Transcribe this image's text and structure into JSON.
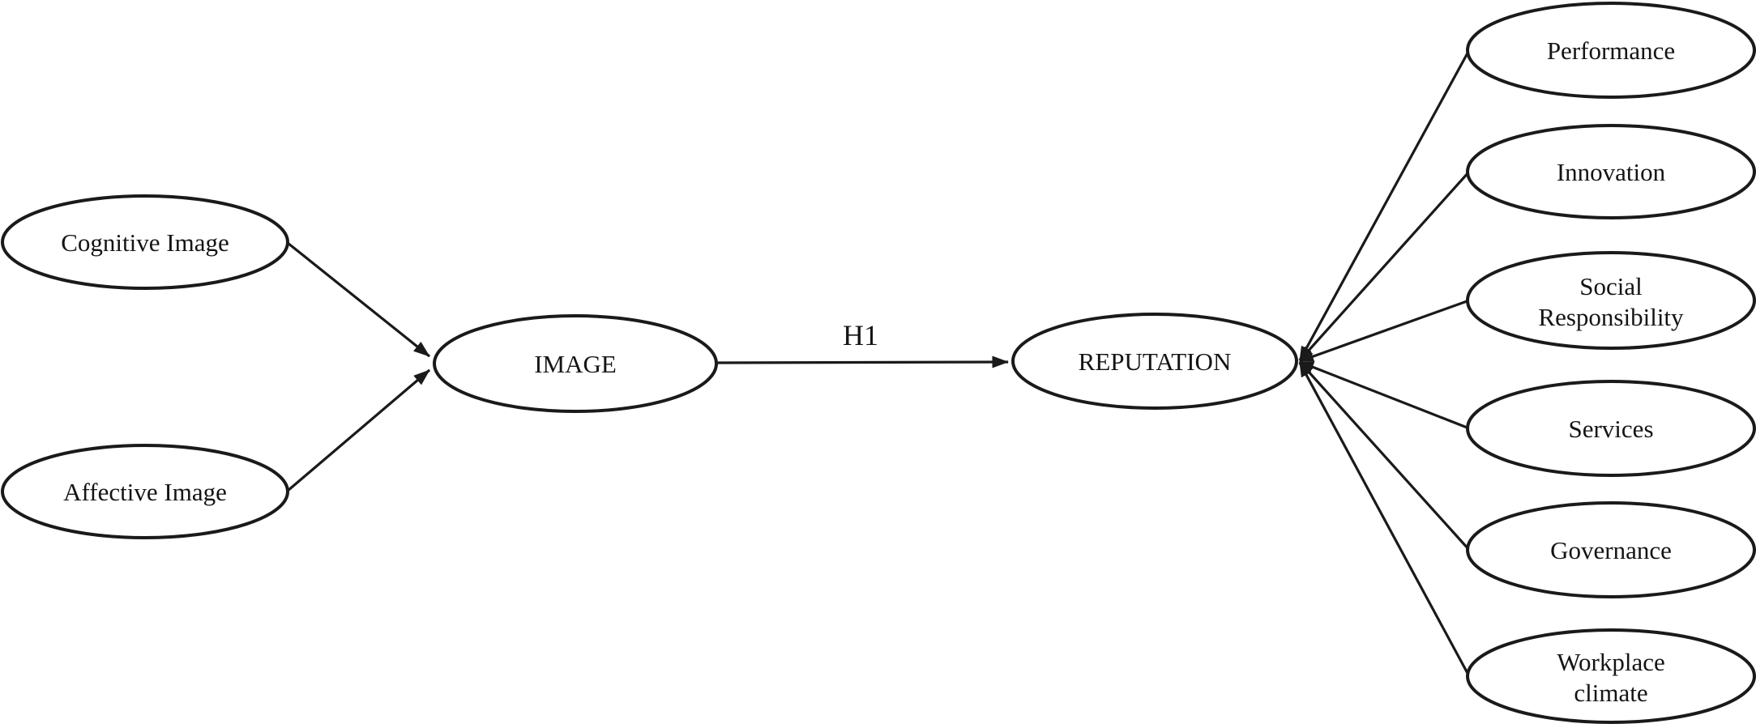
{
  "figure": {
    "background_color": "#ffffff",
    "line_color": "#1a1a1a",
    "text_color": "#141414",
    "nodes": {
      "cognitive_image": {
        "label": "Cognitive Image"
      },
      "affective_image": {
        "label": "Affective Image"
      },
      "image": {
        "label": "IMAGE"
      },
      "reputation": {
        "label": "REPUTATION"
      },
      "performance": {
        "label": "Performance"
      },
      "innovation": {
        "label": "Innovation"
      },
      "social_responsibility": {
        "label": "Social Responsibility",
        "lines": [
          "Social",
          "Responsibility"
        ]
      },
      "services": {
        "label": "Services"
      },
      "governance": {
        "label": "Governance"
      },
      "workplace_climate": {
        "label": "Workplace climate",
        "lines": [
          "Workplace",
          "climate"
        ]
      }
    },
    "edges": {
      "h1_label": "H1",
      "paths": [
        "cognitive_image -> image",
        "affective_image -> image",
        "image -> reputation (H1)",
        "performance -> reputation",
        "innovation -> reputation",
        "social_responsibility -> reputation",
        "services -> reputation",
        "governance -> reputation",
        "workplace_climate -> reputation"
      ]
    }
  }
}
